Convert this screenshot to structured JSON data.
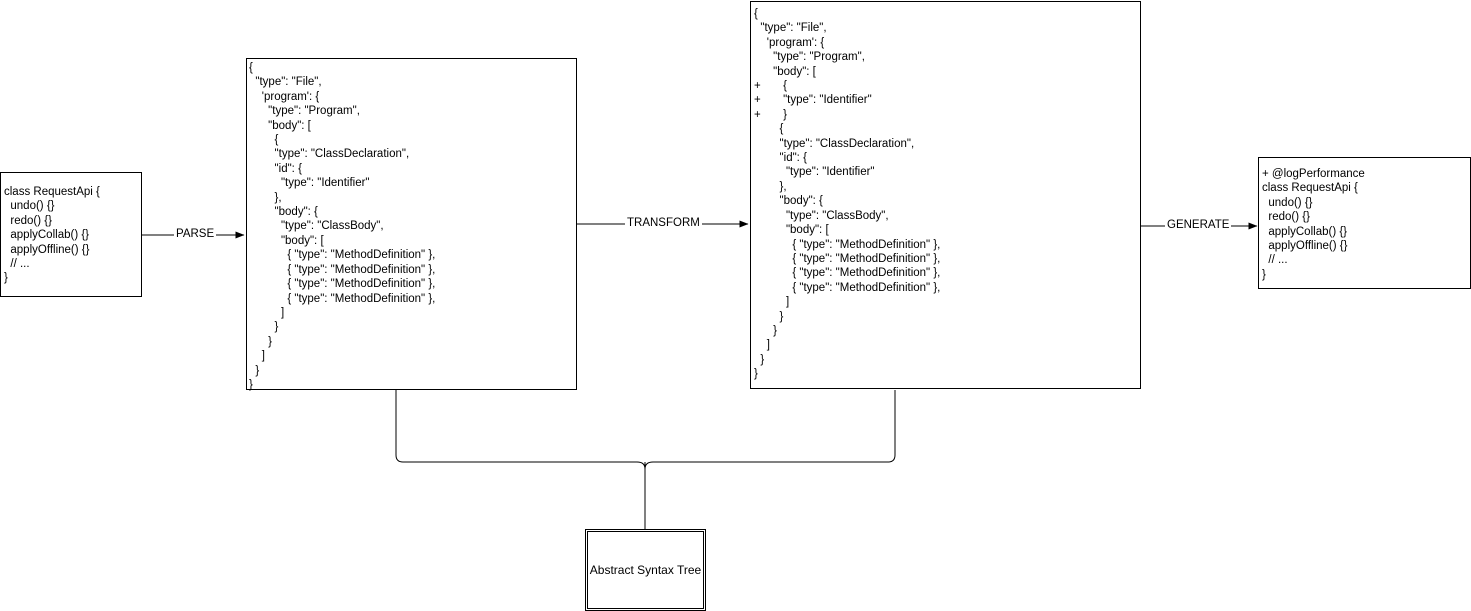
{
  "diagram": {
    "title": "Abstract Syntax Tree compiler pipeline",
    "stroke_color": "#000000",
    "background_color": "#ffffff"
  },
  "nodes": {
    "source_code": {
      "name": "source-code-box",
      "text": "class RequestApi {\n  undo() {}\n  redo() {}\n  applyCollab() {}\n  applyOffline() {}\n  // ...\n}"
    },
    "parsed_ast": {
      "name": "parsed-ast-box",
      "text": "{\n  \"type\": \"File\",\n    'program': {\n      \"type\": \"Program\",\n      \"body\": [\n        {\n        \"type\": \"ClassDeclaration\",\n        \"id\": {\n          \"type\": \"Identifier\"\n        },\n        \"body\": {\n          \"type\": \"ClassBody\",\n          \"body\": [\n            { \"type\": \"MethodDefinition\" },\n            { \"type\": \"MethodDefinition\" },\n            { \"type\": \"MethodDefinition\" },\n            { \"type\": \"MethodDefinition\" },\n          ]\n        }\n      }\n    ]\n  }\n}"
    },
    "transformed_ast": {
      "name": "transformed-ast-box",
      "text": "{\n  \"type\": \"File\",\n    'program': {\n      \"type\": \"Program\",\n      \"body\": [\n+       {\n+       \"type\": \"Identifier\"\n+       }\n        {\n        \"type\": \"ClassDeclaration\",\n        \"id\": {\n          \"type\": \"Identifier\"\n        },\n        \"body\": {\n          \"type\": \"ClassBody\",\n          \"body\": [\n            { \"type\": \"MethodDefinition\" },\n            { \"type\": \"MethodDefinition\" },\n            { \"type\": \"MethodDefinition\" },\n            { \"type\": \"MethodDefinition\" },\n          ]\n        }\n      }\n    ]\n  }\n}"
    },
    "generated_code": {
      "name": "generated-code-box",
      "text": "+ @logPerformance\nclass RequestApi {\n  undo() {}\n  redo() {}\n  applyCollab() {}\n  applyOffline() {}\n  // ...\n}"
    },
    "ast_label": {
      "name": "abstract-syntax-tree-box",
      "text": "Abstract Syntax Tree"
    }
  },
  "edges": {
    "parse": {
      "name": "parse-arrow",
      "label": "PARSE"
    },
    "transform": {
      "name": "transform-arrow",
      "label": "TRANSFORM"
    },
    "generate": {
      "name": "generate-arrow",
      "label": "GENERATE"
    },
    "ast_bracket": {
      "name": "ast-bracket-connector",
      "label": ""
    }
  }
}
